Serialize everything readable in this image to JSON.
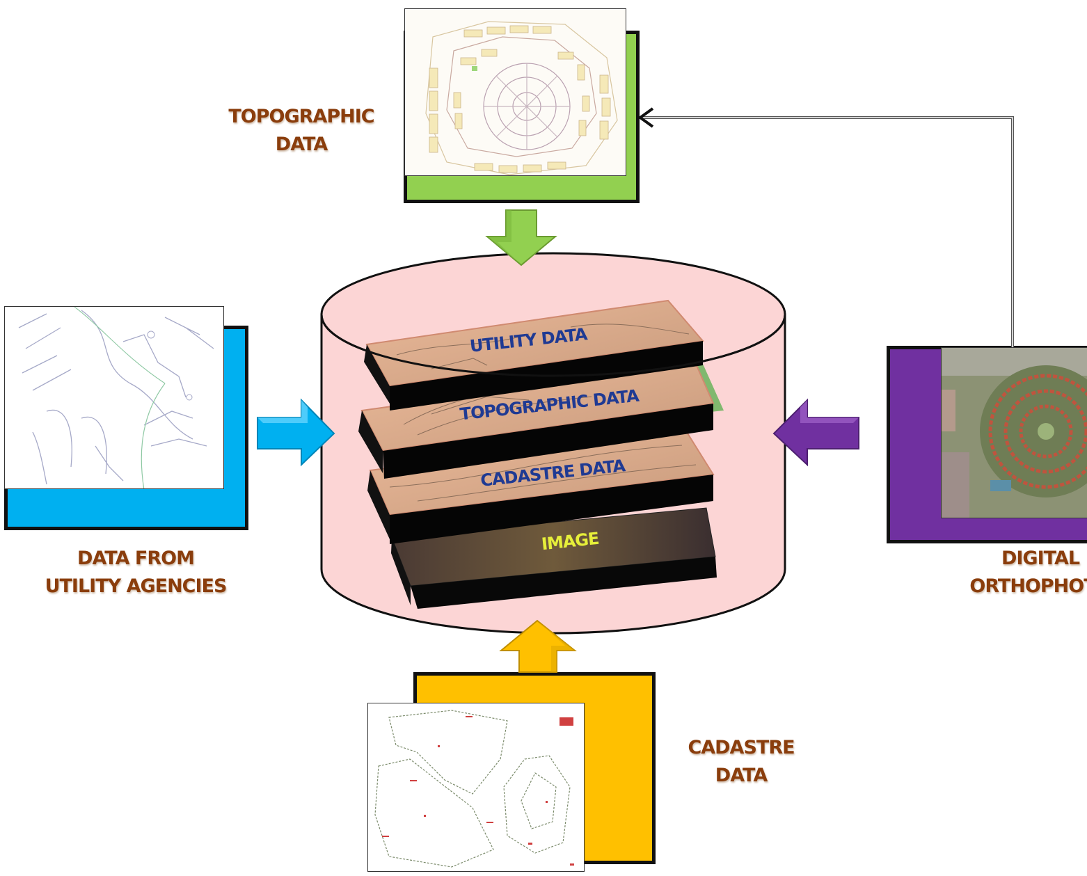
{
  "sources": {
    "topographic": {
      "line1": "TOPOGRAPHIC",
      "line2": "DATA",
      "color": "#92d050"
    },
    "utility": {
      "line1": "DATA FROM",
      "line2": "UTILITY AGENCIES",
      "color": "#00b0f0"
    },
    "orthophoto": {
      "line1": "DIGITAL",
      "line2": "ORTHOPHOTO",
      "color": "#7030a0"
    },
    "cadastre": {
      "line1": "CADASTRE",
      "line2": "DATA",
      "color": "#ffc000"
    }
  },
  "database": {
    "fill": "#fcd5d5",
    "layers": [
      {
        "label": "UTILITY DATA",
        "text_color": "#1f3a93"
      },
      {
        "label": "TOPOGRAPHIC DATA",
        "text_color": "#1f3a93"
      },
      {
        "label": "CADASTRE DATA",
        "text_color": "#1f3a93"
      },
      {
        "label": "IMAGE",
        "text_color": "#e6ef3a"
      }
    ]
  },
  "label_color": "#8a3d0c"
}
